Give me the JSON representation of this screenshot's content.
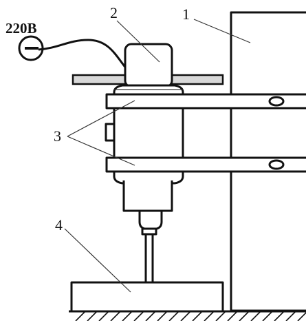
{
  "labels": {
    "voltage": "220B",
    "callout_1": "1",
    "callout_2": "2",
    "callout_3": "3",
    "callout_4": "4"
  },
  "colors": {
    "stroke": "#111111",
    "background": "#ffffff",
    "plate_fill": "#d8d8d8"
  }
}
